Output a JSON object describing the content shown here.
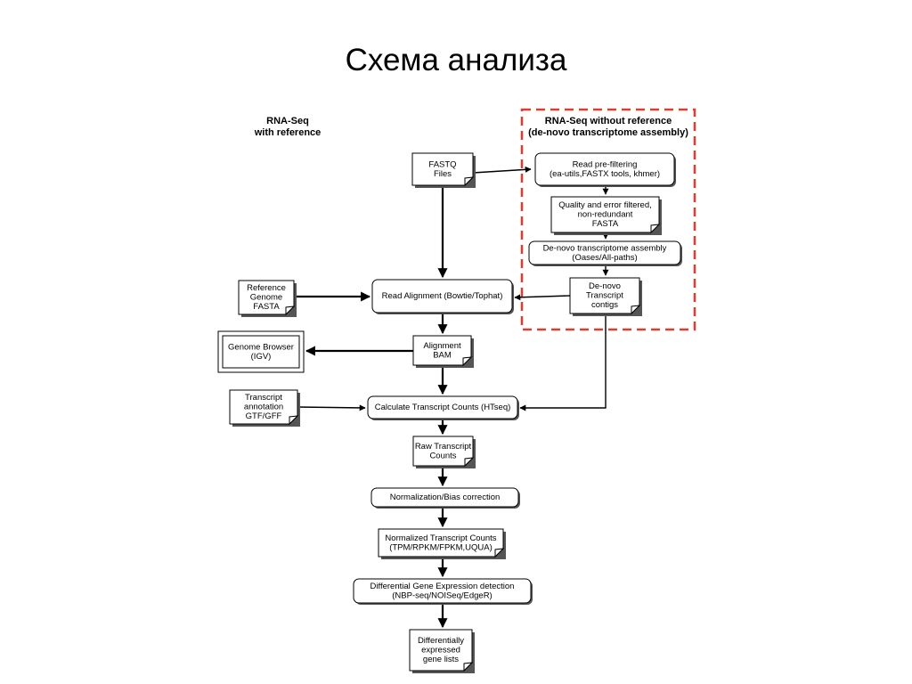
{
  "slide": {
    "title": "Схема анализа"
  },
  "sections": {
    "with_reference": [
      "RNA-Seq",
      "with reference"
    ],
    "without_reference": [
      "RNA-Seq without reference",
      "(de-novo transcriptome assembly)"
    ]
  },
  "nodes": {
    "fastq_files": [
      "FASTQ",
      "Files"
    ],
    "read_prefiltering": [
      "Read pre-filtering",
      "(ea-utils,FASTX tools, khmer)"
    ],
    "quality_filtered": [
      "Quality and error filtered,",
      "non-redundant",
      "FASTA"
    ],
    "denovo_assembly": [
      "De-novo transcriptome assembly",
      "(Oases/All-paths)"
    ],
    "denovo_contigs": [
      "De-novo",
      "Transcript",
      "contigs"
    ],
    "reference_genome": [
      "Reference",
      "Genome",
      "FASTA"
    ],
    "read_alignment": [
      "Read Alignment (Bowtie/Tophat)"
    ],
    "genome_browser": [
      "Genome Browser",
      "(IGV)"
    ],
    "alignment_bam": [
      "Alignment",
      "BAM"
    ],
    "transcript_annotation": [
      "Transcript",
      "annotation",
      "GTF/GFF"
    ],
    "calculate_counts": [
      "Calculate Transcript Counts (HTseq)"
    ],
    "raw_counts": [
      "Raw Transcript",
      "Counts"
    ],
    "normalization": [
      "Normalization/Bias correction"
    ],
    "normalized_counts": [
      "Normalized Transcript Counts",
      "(TPM/RPKM/FPKM,UQUA)"
    ],
    "differential_detection": [
      "Differential Gene Expression detection",
      "(NBP-seq/NOISeq/EdgeR)"
    ],
    "de_gene_lists": [
      "Differentially",
      "expressed",
      "gene lists"
    ]
  },
  "colors": {
    "reference_border": "#e03c31",
    "lines": "#000000"
  }
}
